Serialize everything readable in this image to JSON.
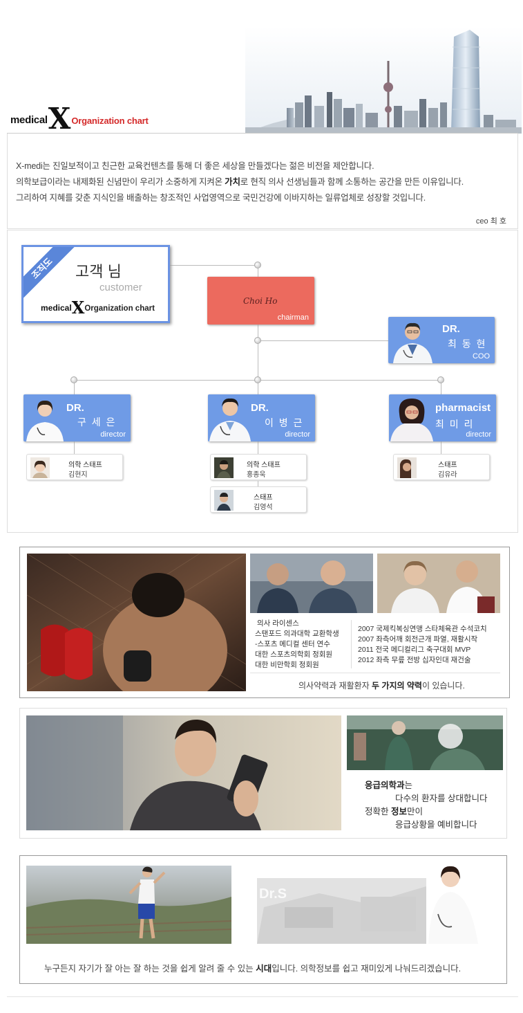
{
  "header": {
    "logo": {
      "medical": "medical",
      "x": "X",
      "org": "Organization chart"
    }
  },
  "intro": {
    "line1": "X-medi는 진일보적이고 친근한 교육컨텐츠를 통해 더 좋은 세상을 만들겠다는 젊은 비전을 제안합니다.",
    "line2_pre": "의학보급이라는 내제화된 신념만이 우리가 소중하게 지켜온 ",
    "line2_bold": "가치",
    "line2_post": "로 현직 의사 선생님들과 함께 소통하는 공간을 만든 이유입니다.",
    "line3": "그리하여 지혜를 갖춘 지식인을 배출하는 창조적인 사업영역으로 국민건강에 이바지하는 일류업체로 성장할 것입니다.",
    "signature": "ceo 최 호"
  },
  "org": {
    "customer": {
      "ribbon": "조직도",
      "title": "고객 님",
      "subtitle": "customer",
      "logo": {
        "medical": "medical",
        "x": "X",
        "org": "Organization chart"
      }
    },
    "chairman": {
      "signature": "Choi Ho",
      "role": "chairman"
    },
    "coo": {
      "title": "DR.",
      "name": "최 동 현",
      "role": "COO"
    },
    "directors": [
      {
        "title": "DR.",
        "name": "구 세 은",
        "role": "director"
      },
      {
        "title": "DR.",
        "name": "이 병 근",
        "role": "director"
      },
      {
        "title": "pharmacist",
        "name": "최 미 리",
        "role": "director"
      }
    ],
    "staff": [
      {
        "title": "의학 스태프",
        "name": "김현지"
      },
      {
        "title": "의학 스태프",
        "name": "홍종욱"
      },
      {
        "title": "스태프",
        "name": "김영석"
      },
      {
        "title": "스태프",
        "name": "김유라"
      }
    ]
  },
  "section2": {
    "left_items": [
      "의사 라이센스",
      "스탠포드 의과대학 교환학생",
      "-스포츠 메디컬 센터 연수",
      "대한 스포츠의학회 정회원",
      "대한 비만학회 정회원"
    ],
    "right_items": [
      "2007 국제킥복싱연맹 스타체육관 수석코치",
      "2007 좌측어깨 회전근개 파열, 재활시작",
      "2011 전국 메디컬리그 축구대회 MVP",
      "2012 좌측 무릎 전방 십자인대 재건술"
    ],
    "caption_pre": "의사약력과 재활환자 ",
    "caption_bold": "두 가지의 약력",
    "caption_post": "이 있습니다."
  },
  "section3": {
    "line1_bold": "응급의학과",
    "line1_post": "는",
    "line2": "다수의 환자를 상대합니다",
    "line3_pre": "정확한 ",
    "line3_bold": "정보",
    "line3_post": "만이",
    "line4": "응급상황을 예비합니다"
  },
  "section4": {
    "watermark": "Dr.S",
    "caption_pre": "누구든지 자기가 잘 아는 잘 하는 것을 쉽게 알려 줄 수 있는 ",
    "caption_bold": "시대",
    "caption_post": "입니다. 의학정보를 쉽고 재미있게 나눠드리겠습니다."
  },
  "colors": {
    "card_blue": "#6f9be6",
    "chairman_red": "#ec6a5e",
    "logo_red": "#d42a2a"
  }
}
